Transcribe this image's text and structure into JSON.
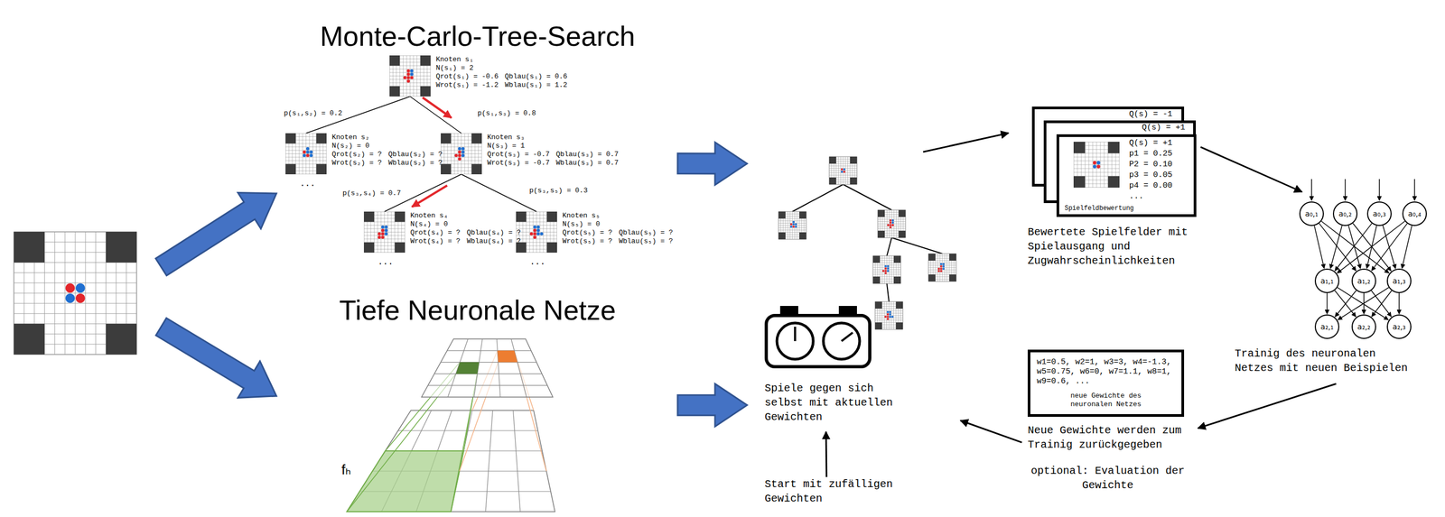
{
  "diagram": {
    "nodes": [
      {
        "text": [
          "Monte-Carlo-Tree-Search"
        ]
      },
      {
        "text": [
          "Knoten s₁",
          "N(s₁) = 2",
          "Qrot(s₁) = -0.6",
          "Qblau(s₁) = 0.6",
          "Wrot(s₁) = -1.2",
          "Wblau(s₁) = 1.2"
        ],
        "in": 0
      },
      {
        "text": [
          "Knoten s₂",
          "N(s₂) = 0",
          "Qrot(s₂) = ?",
          "Qblau(s₂) = ?",
          "Wrot(s₂) = ?",
          "Wblau(s₂) = ?"
        ],
        "in": 0
      },
      {
        "text": [
          "Knoten s₃",
          "N(s₃) = 1",
          "Qrot(s₃) = -0.7",
          "Qblau(s₃) = 0.7",
          "Wrot(s₃) = -0.7",
          "Wblau(s₃) = 0.7"
        ],
        "in": 0
      },
      {
        "text": [
          "Knoten s₄",
          "N(s₄) = 0",
          "Qrot(s₄) = ?",
          "Qblau(s₄) = ?",
          "Wrot(s₄) = ?",
          "Wblau(s₄) = ?"
        ],
        "in": 0
      },
      {
        "text": [
          "Knoten s₅",
          "N(s₅) = 0",
          "Qrot(s₅) = ?",
          "Qblau(s₅) = ?",
          "Wrot(s₅) = ?",
          "Wblau(s₅) = ?"
        ],
        "in": 0
      },
      {
        "text": [
          "Tiefe Neuronale Netze"
        ]
      },
      {
        "text": [
          "Spiele gegen sich selbst mit aktuellen Gewichten"
        ]
      },
      {
        "text": [
          "Q(s) = -1",
          "Q(s) = +1",
          "Q(s) = +1",
          "p1 = 0.25",
          "P2 = 0.10",
          "p3 = 0.05",
          "p4 = 0.00",
          "...",
          "Spielfeldbewertung",
          "Bewertete Spielfelder mit Spielausgang und Zugwahrscheinlichkeiten"
        ]
      },
      {
        "text": [
          "Trainig des neuronalen Netzes mit neuen Beispielen"
        ]
      },
      {
        "text": [
          "a₀,₁"
        ],
        "in": 9
      },
      {
        "text": [
          "a₀,₂"
        ],
        "in": 9
      },
      {
        "text": [
          "a₀,₃"
        ],
        "in": 9
      },
      {
        "text": [
          "a₀,₄"
        ],
        "in": 9
      },
      {
        "text": [
          "a₁,₁"
        ],
        "in": 9
      },
      {
        "text": [
          "a₁,₂"
        ],
        "in": 9
      },
      {
        "text": [
          "a₁,₃"
        ],
        "in": 9
      },
      {
        "text": [
          "a₂,₁"
        ],
        "in": 9
      },
      {
        "text": [
          "a₂,₂"
        ],
        "in": 9
      },
      {
        "text": [
          "a₂,₃"
        ],
        "in": 9
      },
      {
        "text": [
          "w1=0.5, w2=1, w3=3, w4=-1.3, w5=0.75, w6=0, w7=1.1, w8=1, w9=0.6, ...",
          "neue Gewichte des neuronalen Netzes",
          "Neue Gewichte werden zum Trainig zurückgegeben",
          "optional: Evaluation der Gewichte"
        ]
      },
      {
        "text": [
          "Start mit zufälligen Gewichten"
        ]
      }
    ],
    "edges": [
      {
        "from": 1,
        "to": 2,
        "arrow": "none",
        "label": "p(s₁,s₂) = 0.2"
      },
      {
        "from": 1,
        "to": 3,
        "arrow": "none",
        "label": "p(s₁,s₃) = 0.8"
      },
      {
        "from": 3,
        "to": 4,
        "arrow": "none",
        "label": "p(s₃,s₄) = 0.7"
      },
      {
        "from": 3,
        "to": 5,
        "arrow": "none",
        "label": "p(s₃,s₅) = 0.3"
      },
      {
        "from": 0,
        "to": 7,
        "arrow": "to"
      },
      {
        "from": 6,
        "to": 7,
        "arrow": "to"
      },
      {
        "from": 7,
        "to": 8,
        "arrow": "to"
      },
      {
        "from": 8,
        "to": 9,
        "arrow": "to"
      },
      {
        "from": 9,
        "to": 20,
        "arrow": "to"
      },
      {
        "from": 20,
        "to": 7,
        "arrow": "to"
      },
      {
        "from": 21,
        "to": 7,
        "arrow": "to"
      },
      {
        "from": 10,
        "to": 14,
        "arrow": "to"
      },
      {
        "from": 10,
        "to": 15,
        "arrow": "to"
      },
      {
        "from": 10,
        "to": 16,
        "arrow": "to"
      },
      {
        "from": 11,
        "to": 14,
        "arrow": "to"
      },
      {
        "from": 11,
        "to": 15,
        "arrow": "to"
      },
      {
        "from": 11,
        "to": 16,
        "arrow": "to"
      },
      {
        "from": 12,
        "to": 14,
        "arrow": "to"
      },
      {
        "from": 12,
        "to": 15,
        "arrow": "to"
      },
      {
        "from": 12,
        "to": 16,
        "arrow": "to"
      },
      {
        "from": 13,
        "to": 14,
        "arrow": "to"
      },
      {
        "from": 13,
        "to": 15,
        "arrow": "to"
      },
      {
        "from": 13,
        "to": 16,
        "arrow": "to"
      },
      {
        "from": 14,
        "to": 17,
        "arrow": "to"
      },
      {
        "from": 14,
        "to": 18,
        "arrow": "to"
      },
      {
        "from": 14,
        "to": 19,
        "arrow": "to"
      },
      {
        "from": 15,
        "to": 17,
        "arrow": "to"
      },
      {
        "from": 15,
        "to": 18,
        "arrow": "to"
      },
      {
        "from": 15,
        "to": 19,
        "arrow": "to"
      },
      {
        "from": 16,
        "to": 17,
        "arrow": "to"
      },
      {
        "from": 16,
        "to": 18,
        "arrow": "to"
      },
      {
        "from": 16,
        "to": 19,
        "arrow": "to"
      }
    ],
    "labels": [
      "...",
      "...",
      "...",
      "fₕ"
    ]
  }
}
